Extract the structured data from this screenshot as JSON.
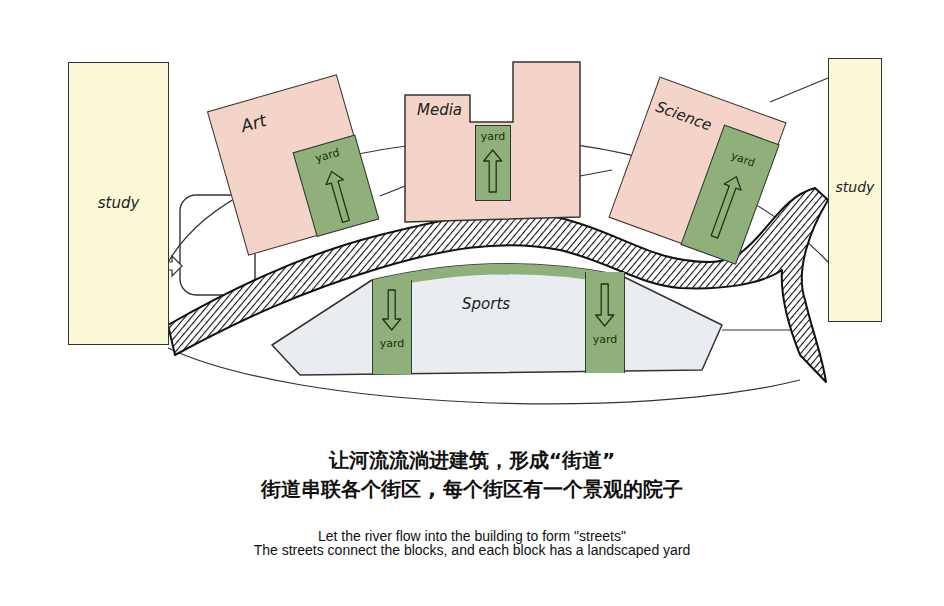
{
  "diagram": {
    "nodes": [
      {
        "text": [
          "study"
        ]
      },
      {
        "text": [
          "Art"
        ]
      },
      {
        "text": [
          "yard"
        ],
        "in": 1
      },
      {
        "text": [
          "Media"
        ]
      },
      {
        "text": [
          "yard"
        ],
        "in": 3
      },
      {
        "text": [
          "Science"
        ]
      },
      {
        "text": [
          "yard"
        ],
        "in": 5
      },
      {
        "text": [
          "study"
        ]
      },
      {
        "text": [
          "Sports"
        ]
      },
      {
        "text": [
          "yard"
        ],
        "in": 8
      },
      {
        "text": [
          "yard"
        ],
        "in": 8
      }
    ],
    "labels": [
      "让河流流淌进建筑，形成“街道”",
      "街道串联各个街区 , 每个街区有一个景观的院子",
      "Let the river flow into the building to form \"streets\"",
      "The streets connect the blocks, and each block has a landscaped yard"
    ]
  }
}
